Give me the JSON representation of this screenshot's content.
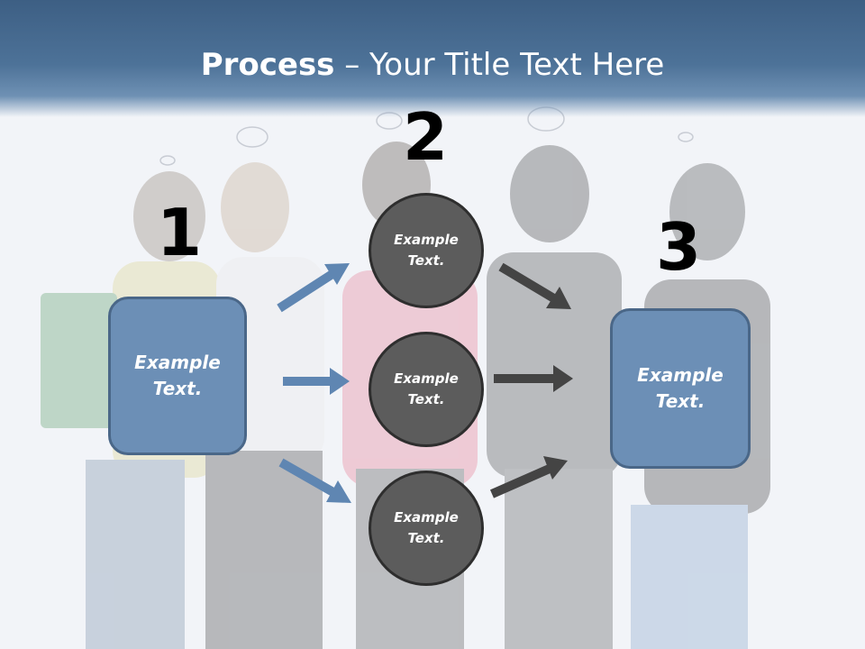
{
  "slide": {
    "title_bold": "Process",
    "title_rest": " – Your Title Text Here"
  },
  "steps": {
    "n1": "1",
    "n2": "2",
    "n3": "3"
  },
  "nodes": {
    "box_left": "Example\nText.",
    "circle_top": "Example\nText.",
    "circle_mid": "Example\nText.",
    "circle_bottom": "Example\nText.",
    "box_right": "Example\nText."
  },
  "colors": {
    "box_fill": "#6c8fb6",
    "circle_fill": "#5c5c5c",
    "arrow_blue": "#5f86b2",
    "arrow_dark": "#444444",
    "header": "#4d7298"
  }
}
